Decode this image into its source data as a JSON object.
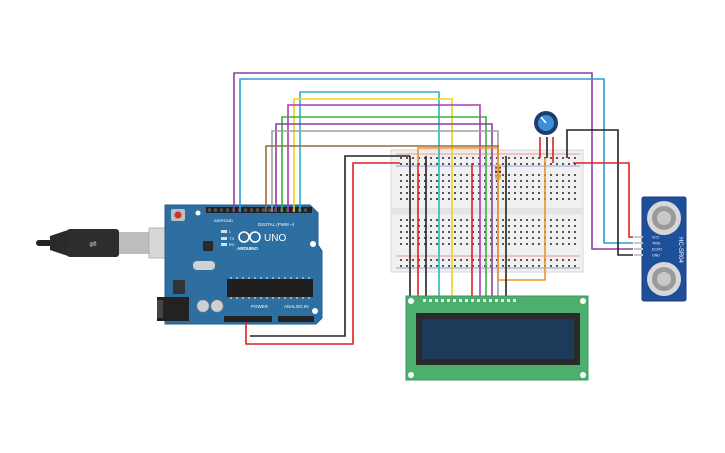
{
  "arduino": {
    "brand": "ARDUINO",
    "model": "UNO",
    "digital_label": "DIGITAL (PWM ~)",
    "power_label": "POWER",
    "analog_label": "ANALOG IN",
    "led_labels": [
      "L",
      "TX",
      "RX"
    ],
    "aref_label": "AREF",
    "gnd_label": "GND"
  },
  "sensor": {
    "model": "HC-SR04",
    "pins": [
      "VCC",
      "TRIG",
      "ECHO",
      "GND"
    ]
  },
  "lcd": {
    "pin_count": 16
  },
  "colors": {
    "red": "#e02020",
    "black": "#222222",
    "purple": "#8a3fa0",
    "blue": "#2a9fd0",
    "cyan": "#29b6c8",
    "yellow": "#e8d420",
    "green": "#3cb043",
    "gray": "#a0a0a0",
    "brown": "#9a6a3a",
    "magenta": "#b03ab0",
    "orange": "#f0922a",
    "arduino_board": "#2c6fa0",
    "lcd_board": "#4caf6e",
    "lcd_screen": "#1e3a5a",
    "sensor_board": "#1d4f9a",
    "breadboard": "#f0f0f0"
  }
}
